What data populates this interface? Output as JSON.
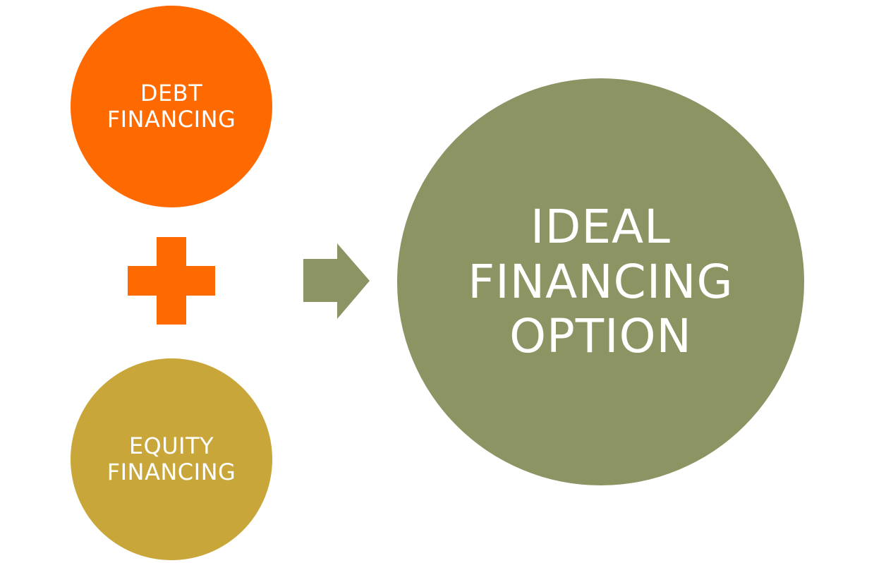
{
  "colors": {
    "debt": "#FF6A00",
    "equity": "#C8A63A",
    "ideal": "#8C9463",
    "plus": "#FF6A00",
    "arrow": "#8C9463",
    "text": "#FFFFFF"
  },
  "debt": {
    "line1": "DEBT",
    "line2": "FINANCING"
  },
  "equity": {
    "line1": "EQUITY",
    "line2": "FINANCING"
  },
  "ideal": {
    "line1": "IDEAL",
    "line2": "FINANCING",
    "line3": "OPTION"
  },
  "icons": {
    "plus": "plus-icon",
    "arrow": "right-arrow-icon"
  }
}
